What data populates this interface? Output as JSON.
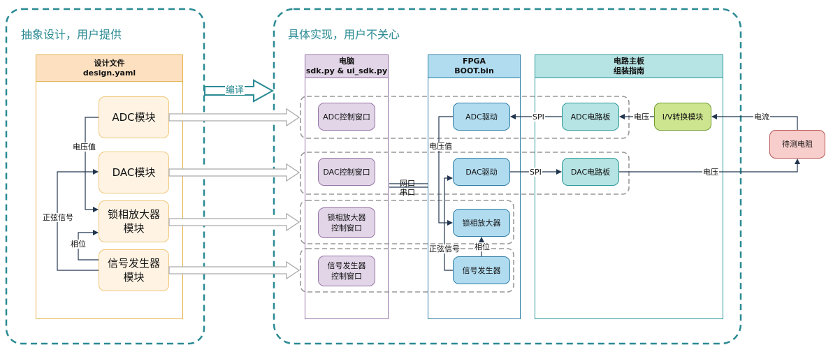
{
  "groups": {
    "abstract": {
      "title": "抽象设计，用户提供"
    },
    "concrete": {
      "title": "具体实现，用户不关心"
    }
  },
  "compile_label": "编译",
  "design_file": {
    "title": "设计文件",
    "subtitle": "design.yaml",
    "modules": {
      "adc": "ADC模块",
      "dac": "DAC模块",
      "lockin": "锁相放大器\n模块",
      "siggen": "信号发生器\n模块"
    }
  },
  "computer": {
    "title": "电脑",
    "subtitle": "sdk.py & ui_sdk.py",
    "windows": {
      "adc": "ADC控制窗口",
      "dac": "DAC控制窗口",
      "lockin": "锁相放大器\n控制窗口",
      "siggen": "信号发生器\n控制窗口"
    }
  },
  "fpga": {
    "title": "FPGA",
    "subtitle": "BOOT.bin",
    "blocks": {
      "adc": "ADC驱动",
      "dac": "DAC驱动",
      "lockin": "锁相放大器",
      "siggen": "信号发生器"
    }
  },
  "board": {
    "title": "电路主板",
    "subtitle": "组装指南",
    "blocks": {
      "adc": "ADC电路板",
      "dac": "DAC电路板",
      "iv": "I/V转换模块"
    }
  },
  "dut": {
    "label": "待测电阻"
  },
  "edge_labels": {
    "voltage_value": "电压值",
    "sine_signal": "正弦信号",
    "phase": "相位",
    "spi": "SPI",
    "voltage": "电压",
    "current": "电流",
    "network": "网口",
    "serial": "串口"
  },
  "colors": {
    "teal_accent": "#2a8a93",
    "design_head": "#fde0c0",
    "design_border": "#e3b14a",
    "module_fill": "#fff4e4",
    "computer_head": "#e1d5e7",
    "computer_border": "#9673a6",
    "fpga_head": "#b1dcf0",
    "fpga_border": "#2f7fa6",
    "board_head": "#b6e3e3",
    "board_border": "#2b9a9a",
    "iv_fill": "#cde58f",
    "iv_border": "#6e9a2a",
    "dut_fill": "#f8cecc",
    "dut_border": "#b85450",
    "edge": "#22364f"
  },
  "icons": {
    "compile_arrow": "hollow-right-arrow-icon",
    "dispatch_arrows": "hollow-right-arrow-icon"
  }
}
